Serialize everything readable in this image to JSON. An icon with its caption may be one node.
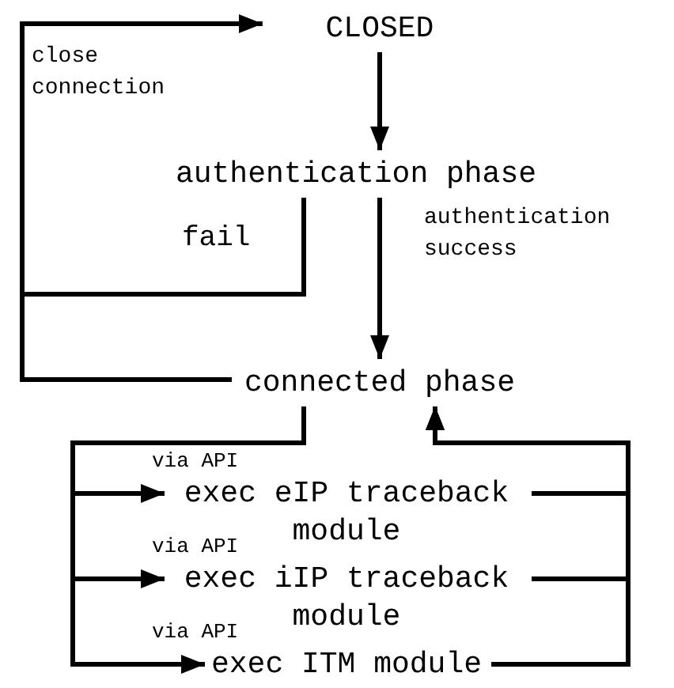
{
  "diagram": {
    "nodes": [
      {
        "text": [
          "CLOSED"
        ]
      },
      {
        "text": [
          "authentication phase"
        ]
      },
      {
        "text": [
          "connected phase"
        ]
      },
      {
        "text": [
          "exec eIP traceback module"
        ]
      },
      {
        "text": [
          "exec iIP traceback module"
        ]
      },
      {
        "text": [
          "exec ITM module"
        ]
      }
    ],
    "edges": [
      {
        "from": 0,
        "to": 1,
        "arrow": "to"
      },
      {
        "from": 1,
        "to": 0,
        "arrow": "to",
        "label": "fail"
      },
      {
        "from": 2,
        "to": 0,
        "arrow": "to",
        "label": "close connection"
      },
      {
        "from": 1,
        "to": 2,
        "arrow": "to",
        "label": "authentication success"
      },
      {
        "from": 2,
        "to": 3,
        "arrow": "to",
        "label": "via API"
      },
      {
        "from": 2,
        "to": 4,
        "arrow": "to",
        "label": "via API"
      },
      {
        "from": 2,
        "to": 5,
        "arrow": "to",
        "label": "via API"
      },
      {
        "from": 3,
        "to": 2,
        "arrow": "to"
      },
      {
        "from": 4,
        "to": 2,
        "arrow": "to"
      },
      {
        "from": 5,
        "to": 2,
        "arrow": "to"
      }
    ]
  }
}
